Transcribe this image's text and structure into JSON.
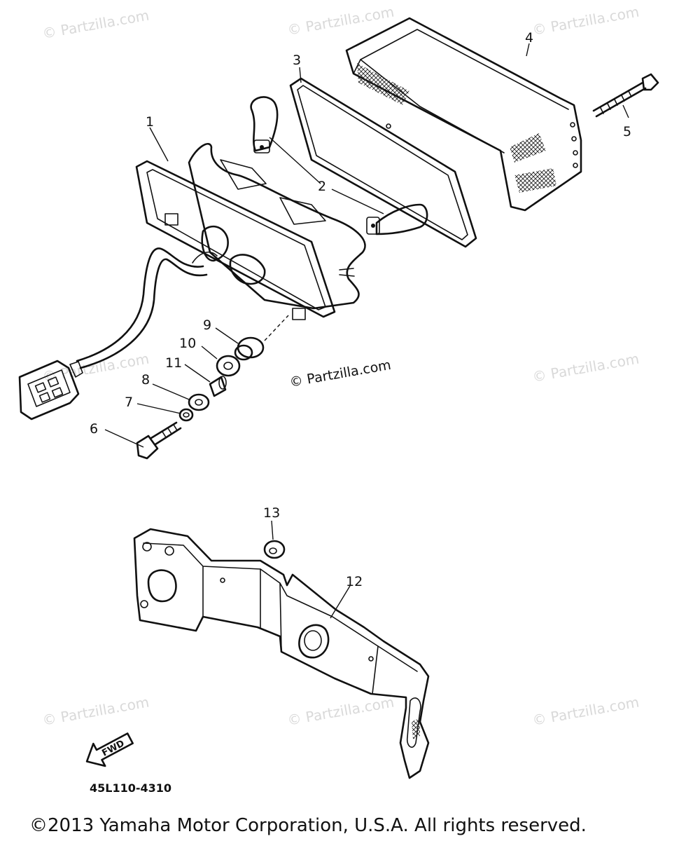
{
  "watermark": "© Partzilla.com",
  "watermark_center": "© Partzilla.com",
  "callouts": [
    "1",
    "2",
    "3",
    "4",
    "5",
    "6",
    "7",
    "8",
    "9",
    "10",
    "11",
    "12",
    "13"
  ],
  "direction_label": "FWD",
  "diagram_code": "45L110-4310",
  "copyright": "©2013 Yamaha Motor Corporation, U.S.A. All rights reserved."
}
